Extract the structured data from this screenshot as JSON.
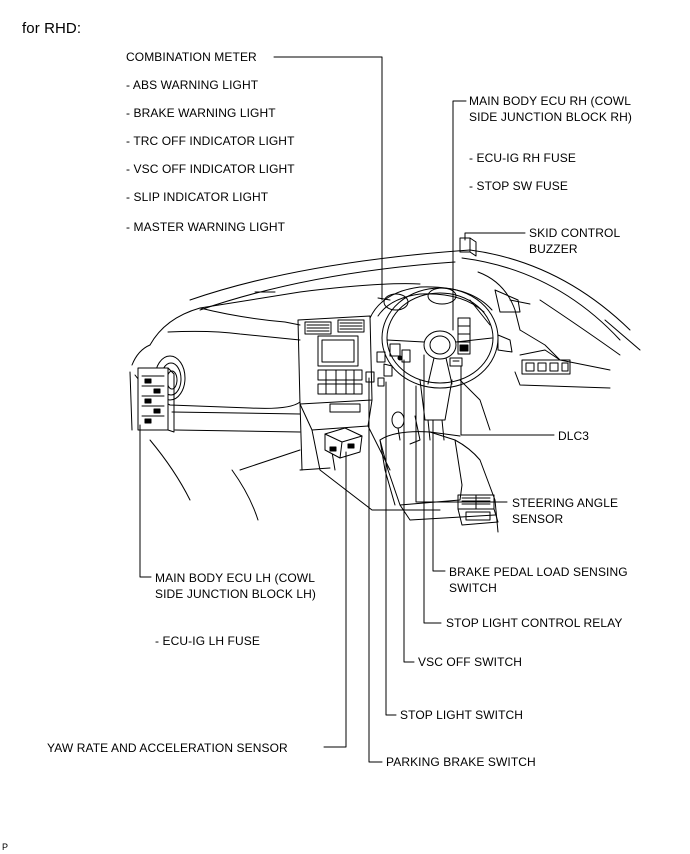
{
  "diagram": {
    "header": "for RHD:",
    "corner_mark": "P",
    "labels": {
      "combination_meter": "COMBINATION METER",
      "meter_items": [
        "- ABS WARNING LIGHT",
        "- BRAKE WARNING LIGHT",
        "- TRC OFF INDICATOR LIGHT",
        "- VSC OFF INDICATOR LIGHT",
        "- SLIP INDICATOR LIGHT",
        "- MASTER WARNING LIGHT"
      ],
      "main_body_ecu_rh": "MAIN BODY ECU RH (COWL\nSIDE JUNCTION BLOCK RH)",
      "ecu_ig_rh_fuse": "- ECU-IG RH FUSE",
      "stop_sw_fuse": "- STOP SW FUSE",
      "skid_control_buzzer": "SKID CONTROL\nBUZZER",
      "dlc3": "DLC3",
      "steering_angle_sensor": "STEERING ANGLE\nSENSOR",
      "brake_pedal_load_sensing_switch": "BRAKE PEDAL LOAD SENSING\nSWITCH",
      "stop_light_control_relay": "STOP LIGHT CONTROL RELAY",
      "vsc_off_switch": "VSC OFF SWITCH",
      "stop_light_switch": "STOP LIGHT SWITCH",
      "parking_brake_switch": "PARKING BRAKE SWITCH",
      "yaw_rate_sensor": "YAW RATE AND ACCELERATION SENSOR",
      "main_body_ecu_lh": "MAIN BODY ECU LH (COWL\nSIDE JUNCTION BLOCK LH)",
      "ecu_ig_lh_fuse": "- ECU-IG LH FUSE"
    }
  }
}
